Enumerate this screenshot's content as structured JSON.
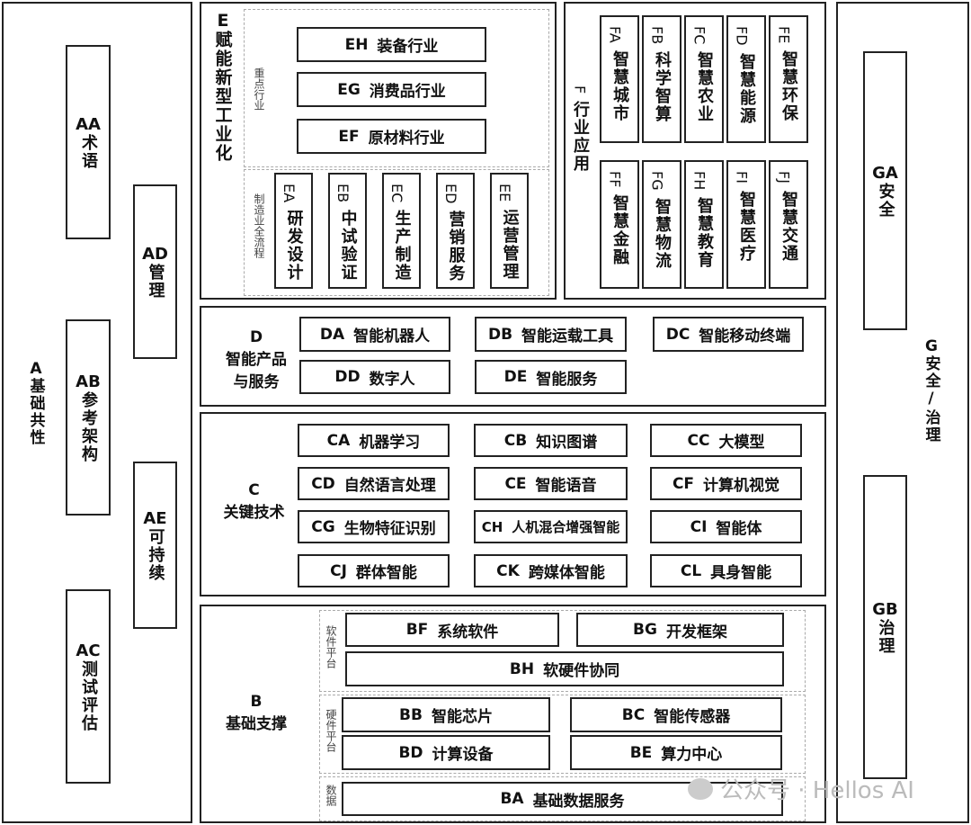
{
  "A": {
    "code": "A",
    "name": "基础共性",
    "items": [
      {
        "code": "AA",
        "name": "术语"
      },
      {
        "code": "AB",
        "name": "参考架构"
      },
      {
        "code": "AC",
        "name": "测试评估"
      },
      {
        "code": "AD",
        "name": "管理"
      },
      {
        "code": "AE",
        "name": "可持续"
      }
    ]
  },
  "E": {
    "code": "E",
    "name": "赋能新型工业化",
    "group1": "重点行业",
    "group2": "制造业全流程",
    "industries": [
      {
        "code": "EH",
        "name": "装备行业"
      },
      {
        "code": "EG",
        "name": "消费品行业"
      },
      {
        "code": "EF",
        "name": "原材料行业"
      }
    ],
    "process": [
      {
        "code": "EA",
        "name": "研发设计"
      },
      {
        "code": "EB",
        "name": "中试验证"
      },
      {
        "code": "EC",
        "name": "生产制造"
      },
      {
        "code": "ED",
        "name": "营销服务"
      },
      {
        "code": "EE",
        "name": "运营管理"
      }
    ]
  },
  "F": {
    "code": "F",
    "name": "行业应用",
    "items": [
      {
        "code": "FA",
        "name": "智慧城市"
      },
      {
        "code": "FB",
        "name": "科学智算"
      },
      {
        "code": "FC",
        "name": "智慧农业"
      },
      {
        "code": "FD",
        "name": "智慧能源"
      },
      {
        "code": "FE",
        "name": "智慧环保"
      },
      {
        "code": "FF",
        "name": "智慧金融"
      },
      {
        "code": "FG",
        "name": "智慧物流"
      },
      {
        "code": "FH",
        "name": "智慧教育"
      },
      {
        "code": "FI",
        "name": "智慧医疗"
      },
      {
        "code": "FJ",
        "name": "智慧交通"
      }
    ]
  },
  "G": {
    "code": "G",
    "name": "安全/治理",
    "items": [
      {
        "code": "GA",
        "name": "安全"
      },
      {
        "code": "GB",
        "name": "治理"
      }
    ]
  },
  "D": {
    "code": "D",
    "name1": "智能产品",
    "name2": "与服务",
    "items": [
      {
        "code": "DA",
        "name": "智能机器人"
      },
      {
        "code": "DB",
        "name": "智能运载工具"
      },
      {
        "code": "DC",
        "name": "智能移动终端"
      },
      {
        "code": "DD",
        "name": "数字人"
      },
      {
        "code": "DE",
        "name": "智能服务"
      }
    ]
  },
  "C": {
    "code": "C",
    "name": "关键技术",
    "items": [
      {
        "code": "CA",
        "name": "机器学习"
      },
      {
        "code": "CB",
        "name": "知识图谱"
      },
      {
        "code": "CC",
        "name": "大模型"
      },
      {
        "code": "CD",
        "name": "自然语言处理"
      },
      {
        "code": "CE",
        "name": "智能语音"
      },
      {
        "code": "CF",
        "name": "计算机视觉"
      },
      {
        "code": "CG",
        "name": "生物特征识别"
      },
      {
        "code": "CH",
        "name": "人机混合增强智能"
      },
      {
        "code": "CI",
        "name": "智能体"
      },
      {
        "code": "CJ",
        "name": "群体智能"
      },
      {
        "code": "CK",
        "name": "跨媒体智能"
      },
      {
        "code": "CL",
        "name": "具身智能"
      }
    ]
  },
  "B": {
    "code": "B",
    "name": "基础支撑",
    "group_sw": "软件平台",
    "group_hw": "硬件平台",
    "group_data": "数据",
    "items": [
      {
        "code": "BF",
        "name": "系统软件"
      },
      {
        "code": "BG",
        "name": "开发框架"
      },
      {
        "code": "BH",
        "name": "软硬件协同"
      },
      {
        "code": "BB",
        "name": "智能芯片"
      },
      {
        "code": "BC",
        "name": "智能传感器"
      },
      {
        "code": "BD",
        "name": "计算设备"
      },
      {
        "code": "BE",
        "name": "算力中心"
      },
      {
        "code": "BA",
        "name": "基础数据服务"
      }
    ]
  },
  "watermark": "公众号 · Hellos AI"
}
